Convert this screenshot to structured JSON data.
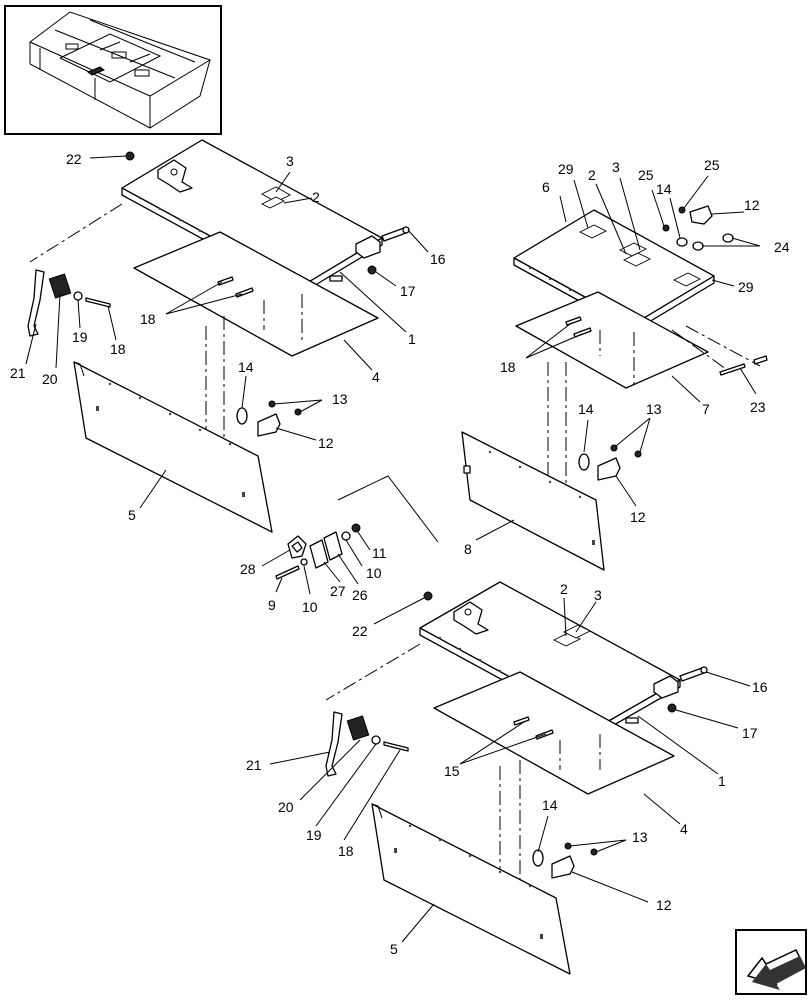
{
  "diagram": {
    "callouts": [
      {
        "id": "a22",
        "text": "22"
      },
      {
        "id": "a3",
        "text": "3"
      },
      {
        "id": "a2",
        "text": "2"
      },
      {
        "id": "a16",
        "text": "16"
      },
      {
        "id": "a17",
        "text": "17"
      },
      {
        "id": "a18a",
        "text": "18"
      },
      {
        "id": "a1",
        "text": "1"
      },
      {
        "id": "a4",
        "text": "4"
      },
      {
        "id": "a21",
        "text": "21"
      },
      {
        "id": "a20",
        "text": "20"
      },
      {
        "id": "a19",
        "text": "19"
      },
      {
        "id": "a18b",
        "text": "18"
      },
      {
        "id": "a14",
        "text": "14"
      },
      {
        "id": "a13",
        "text": "13"
      },
      {
        "id": "a12",
        "text": "12"
      },
      {
        "id": "a5",
        "text": "5"
      },
      {
        "id": "b29",
        "text": "29"
      },
      {
        "id": "b2",
        "text": "2"
      },
      {
        "id": "b3",
        "text": "3"
      },
      {
        "id": "b25a",
        "text": "25"
      },
      {
        "id": "b25b",
        "text": "25"
      },
      {
        "id": "b6",
        "text": "6"
      },
      {
        "id": "b14",
        "text": "14"
      },
      {
        "id": "b12",
        "text": "12"
      },
      {
        "id": "b24",
        "text": "24"
      },
      {
        "id": "b29b",
        "text": "29"
      },
      {
        "id": "b18",
        "text": "18"
      },
      {
        "id": "b7",
        "text": "7"
      },
      {
        "id": "b23",
        "text": "23"
      },
      {
        "id": "b14b",
        "text": "14"
      },
      {
        "id": "b13",
        "text": "13"
      },
      {
        "id": "b12b",
        "text": "12"
      },
      {
        "id": "b8",
        "text": "8"
      },
      {
        "id": "c28",
        "text": "28"
      },
      {
        "id": "c27",
        "text": "27"
      },
      {
        "id": "c26",
        "text": "26"
      },
      {
        "id": "c10a",
        "text": "10"
      },
      {
        "id": "c10b",
        "text": "10"
      },
      {
        "id": "c11",
        "text": "11"
      },
      {
        "id": "c9",
        "text": "9"
      },
      {
        "id": "d22",
        "text": "22"
      },
      {
        "id": "d2",
        "text": "2"
      },
      {
        "id": "d3",
        "text": "3"
      },
      {
        "id": "d16",
        "text": "16"
      },
      {
        "id": "d17",
        "text": "17"
      },
      {
        "id": "d15",
        "text": "15"
      },
      {
        "id": "d1",
        "text": "1"
      },
      {
        "id": "d21",
        "text": "21"
      },
      {
        "id": "d20",
        "text": "20"
      },
      {
        "id": "d19",
        "text": "19"
      },
      {
        "id": "d18",
        "text": "18"
      },
      {
        "id": "d4",
        "text": "4"
      },
      {
        "id": "d14",
        "text": "14"
      },
      {
        "id": "d13",
        "text": "13"
      },
      {
        "id": "d12",
        "text": "12"
      },
      {
        "id": "d5",
        "text": "5"
      }
    ],
    "icons": {
      "inset_view": "machine-location-inset",
      "nav_arrow": "previous-page-arrow-icon"
    },
    "colors": {
      "line": "#000000",
      "background": "#ffffff"
    }
  }
}
